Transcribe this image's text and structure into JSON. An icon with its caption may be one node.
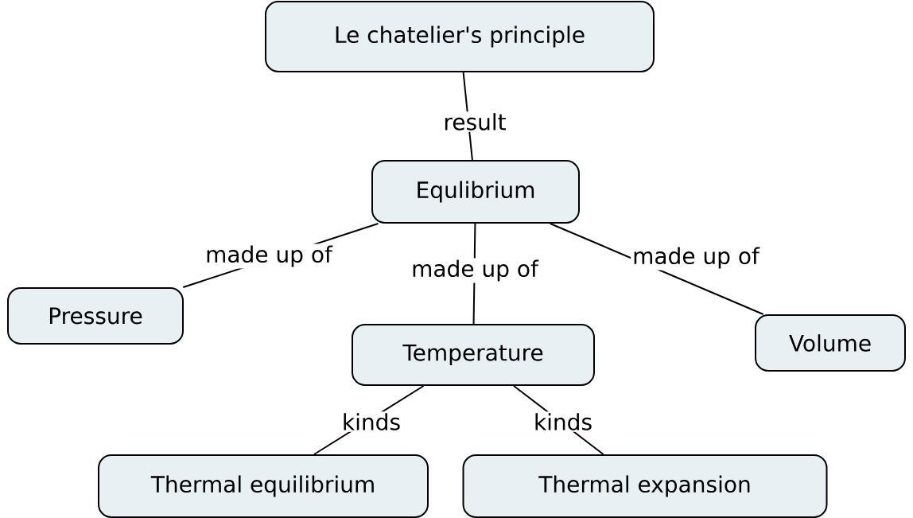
{
  "diagram": {
    "nodes": [
      {
        "text": [
          "Le chatelier's principle"
        ]
      },
      {
        "text": [
          "Equlibrium"
        ]
      },
      {
        "text": [
          "Pressure"
        ]
      },
      {
        "text": [
          "Temperature"
        ]
      },
      {
        "text": [
          "Volume"
        ]
      },
      {
        "text": [
          "Thermal equilibrium"
        ]
      },
      {
        "text": [
          "Thermal expansion"
        ]
      }
    ],
    "edges": [
      {
        "from": 0,
        "to": 1,
        "arrow": "none",
        "label": "result"
      },
      {
        "from": 1,
        "to": 2,
        "arrow": "none",
        "label": "made up of"
      },
      {
        "from": 1,
        "to": 3,
        "arrow": "none",
        "label": "made up of"
      },
      {
        "from": 1,
        "to": 4,
        "arrow": "none",
        "label": "made up of"
      },
      {
        "from": 3,
        "to": 5,
        "arrow": "none",
        "label": "kinds"
      },
      {
        "from": 3,
        "to": 6,
        "arrow": "none",
        "label": "kinds"
      }
    ]
  }
}
